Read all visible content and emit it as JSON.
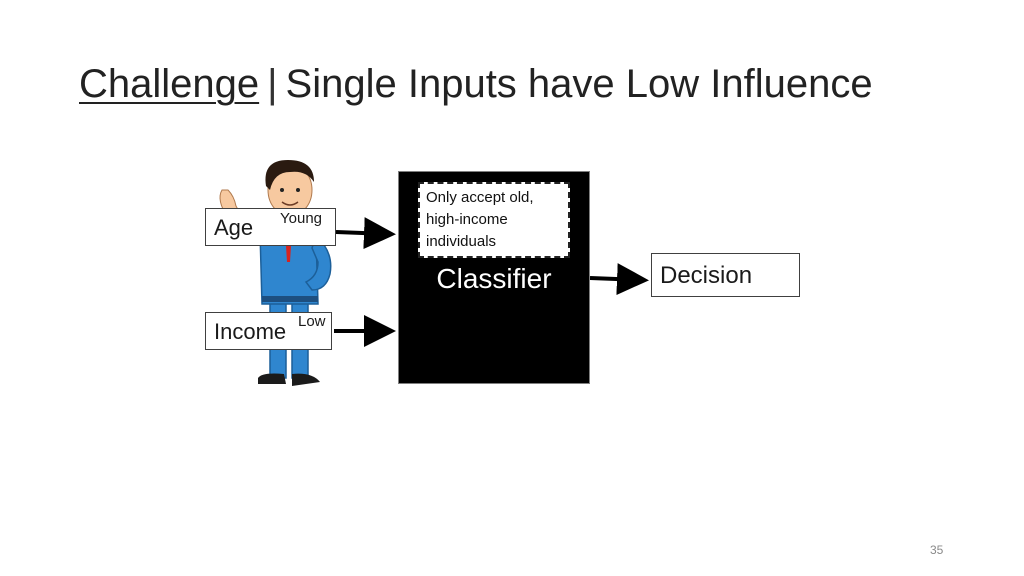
{
  "slide": {
    "title_main": "Challenge",
    "title_separator": "|",
    "title_rest": "Single Inputs have Low Influence",
    "page_number": "35"
  },
  "diagram": {
    "inputs": [
      {
        "label": "Age",
        "value": "Young"
      },
      {
        "label": "Income",
        "value": "Low"
      }
    ],
    "classifier": {
      "label": "Classifier",
      "rule": "Only accept old, high-income individuals",
      "rule_lines": [
        "Only accept old,",
        "high-income",
        "individuals"
      ]
    },
    "output": {
      "label": "Decision"
    }
  },
  "colors": {
    "classifier_fill": "#000000",
    "arrow": "#000000",
    "suit": "#2f86cf",
    "tie": "#d8231f",
    "skin": "#f7c9a0",
    "hair": "#2a1a10"
  },
  "icons": [
    "person-illustration",
    "arrow-right-icon"
  ]
}
